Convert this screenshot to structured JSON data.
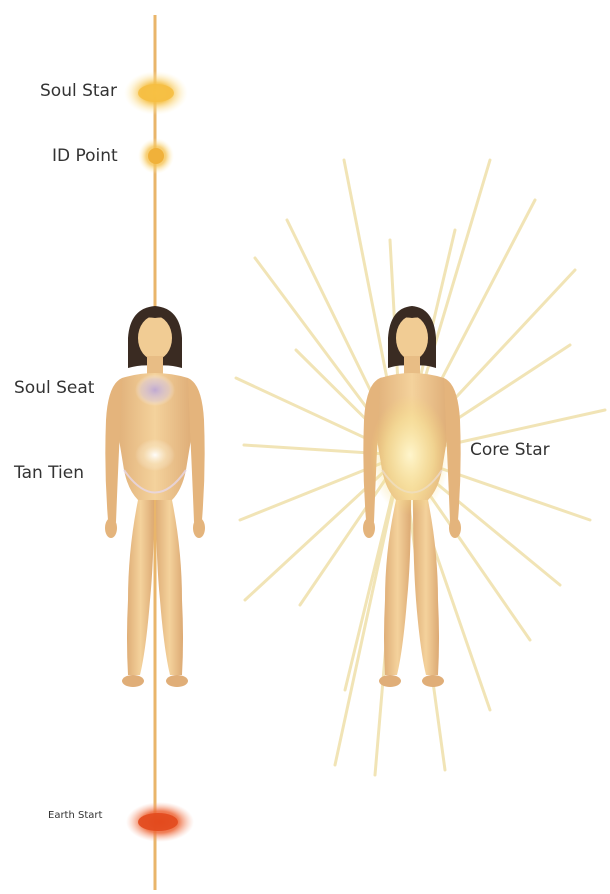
{
  "labels": {
    "soul_star": "Soul Star",
    "id_point": "ID Point",
    "soul_seat": "Soul Seat",
    "tan_tien": "Tan Tien",
    "core_star": "Core Star",
    "earth_star": "Earth Start"
  },
  "colors": {
    "hara_line": "#e9b56a",
    "soul_star": "#f7c24a",
    "id_point": "#f3b63c",
    "earth_star": "#e24a1e",
    "rays": "#f1e3b3",
    "skin": "#f1cc94",
    "skin_shade": "#dfb07a",
    "hair": "#3a2b22",
    "soul_seat": "#c9b3d8",
    "core_glow": "#f8e79e"
  },
  "icons": {
    "hara_line": "vertical-line",
    "soul_star": "glow-orb",
    "id_point": "glow-orb",
    "earth_star": "red-glow-blob",
    "core_star_rays": "radiating-lines",
    "figures": "standing-woman"
  }
}
